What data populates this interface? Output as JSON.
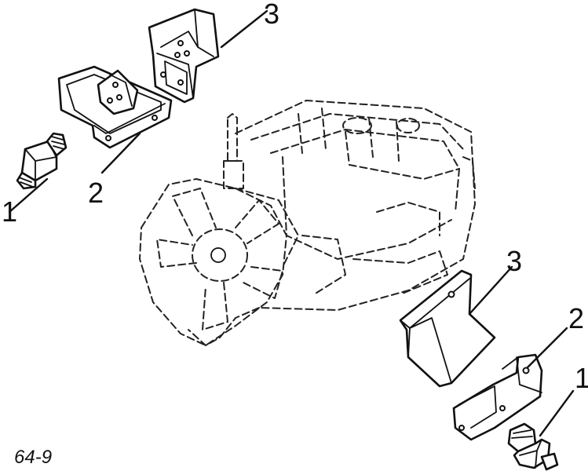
{
  "callouts": {
    "upper_1": "1",
    "upper_2": "2",
    "upper_3": "3",
    "lower_3": "3",
    "lower_2": "2",
    "lower_1": "1"
  },
  "figure_id": "64-9"
}
